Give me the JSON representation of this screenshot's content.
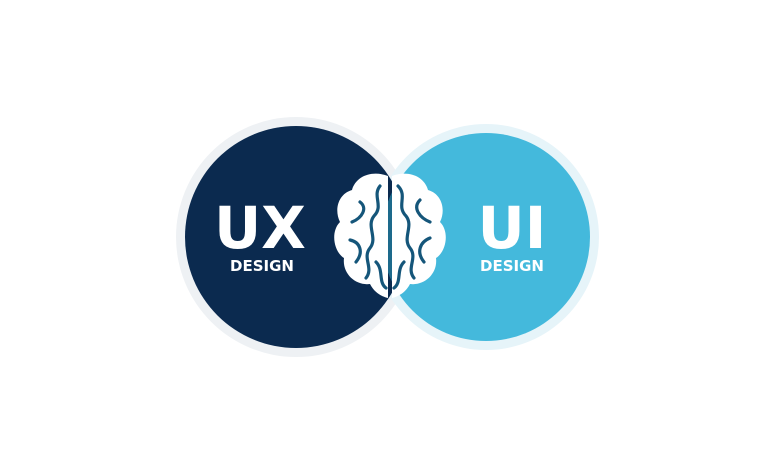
{
  "left_circle": {
    "title": "UX",
    "subtitle": "DESIGN",
    "color": "#0b2a4f"
  },
  "right_circle": {
    "title": "UI",
    "subtitle": "DESIGN",
    "color": "#44b9dc"
  },
  "overlap_color": "#1d6a8c",
  "center_icon": "brain-icon"
}
